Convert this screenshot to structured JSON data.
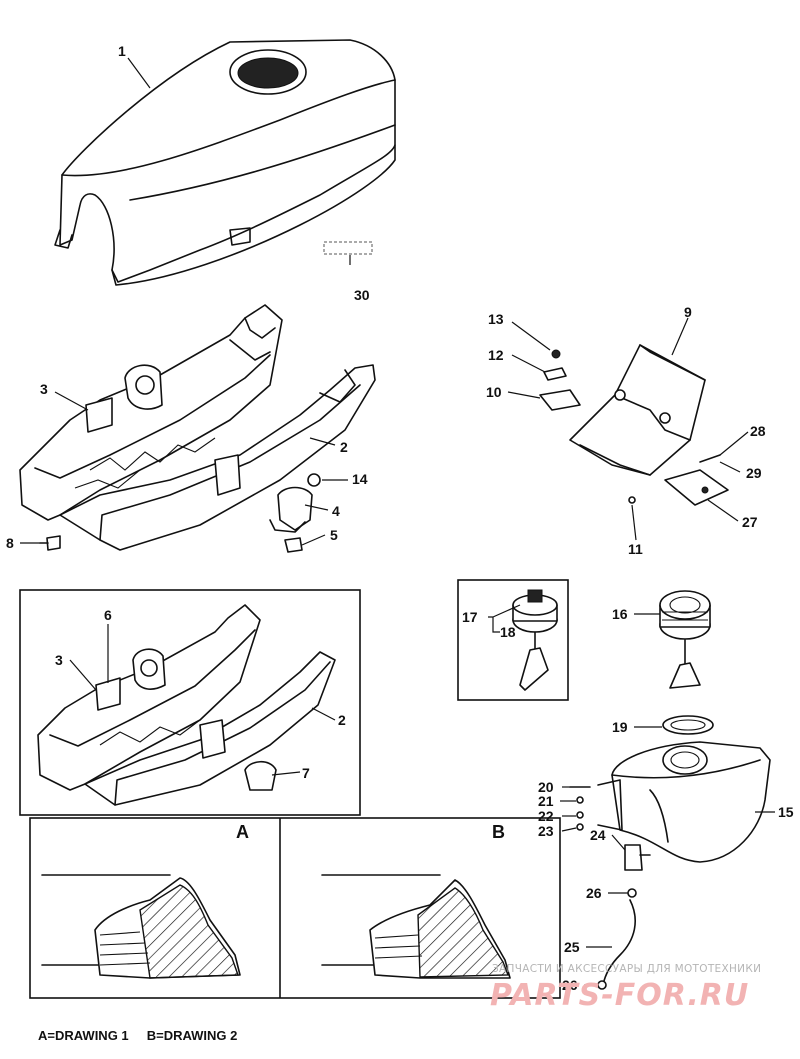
{
  "callouts": [
    {
      "id": "c1",
      "text": "1"
    },
    {
      "id": "c30",
      "text": "30"
    },
    {
      "id": "c3a",
      "text": "3"
    },
    {
      "id": "c2a",
      "text": "2"
    },
    {
      "id": "c14",
      "text": "14"
    },
    {
      "id": "c4",
      "text": "4"
    },
    {
      "id": "c5",
      "text": "5"
    },
    {
      "id": "c8",
      "text": "8"
    },
    {
      "id": "c13",
      "text": "13"
    },
    {
      "id": "c12",
      "text": "12"
    },
    {
      "id": "c10",
      "text": "10"
    },
    {
      "id": "c9",
      "text": "9"
    },
    {
      "id": "c28",
      "text": "28"
    },
    {
      "id": "c29",
      "text": "29"
    },
    {
      "id": "c27",
      "text": "27"
    },
    {
      "id": "c11",
      "text": "11"
    },
    {
      "id": "c6",
      "text": "6"
    },
    {
      "id": "c3b",
      "text": "3"
    },
    {
      "id": "c2b",
      "text": "2"
    },
    {
      "id": "c7",
      "text": "7"
    },
    {
      "id": "c17",
      "text": "17"
    },
    {
      "id": "c18",
      "text": "18"
    },
    {
      "id": "c16",
      "text": "16"
    },
    {
      "id": "c19",
      "text": "19"
    },
    {
      "id": "c20",
      "text": "20"
    },
    {
      "id": "c21",
      "text": "21"
    },
    {
      "id": "c22",
      "text": "22"
    },
    {
      "id": "c23",
      "text": "23"
    },
    {
      "id": "c15",
      "text": "15"
    },
    {
      "id": "c24",
      "text": "24"
    },
    {
      "id": "c26a",
      "text": "26"
    },
    {
      "id": "c25",
      "text": "25"
    },
    {
      "id": "c26b",
      "text": "26"
    }
  ],
  "panels": {
    "a_label": "A",
    "b_label": "B"
  },
  "legend": {
    "text": "A=DRAWING 1     B=DRAWING 2"
  },
  "watermark": {
    "tagline": "ЗАПЧАСТИ И АКСЕССУАРЫ ДЛЯ МОТОТЕХНИКИ",
    "brand": "PARTS-FOR.RU"
  }
}
